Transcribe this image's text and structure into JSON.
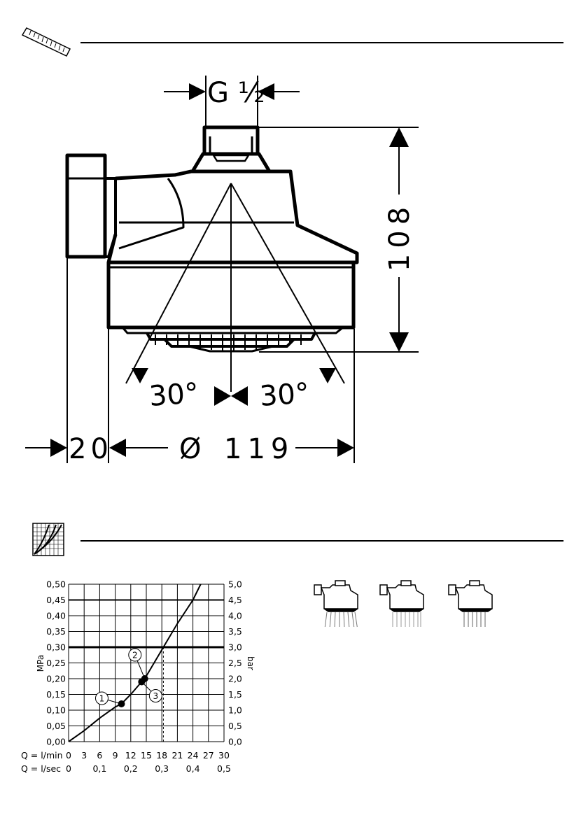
{
  "dimensions": {
    "thread": "G ½",
    "height": "108",
    "angle_left": "30°",
    "angle_right": "30°",
    "offset": "20",
    "diameter_symbol": "Ø",
    "diameter": "119"
  },
  "section_icons": {
    "dimensions": "ruler-icon",
    "flow": "flow-chart-icon"
  },
  "spray_modes": [
    "spray-mode-1-icon",
    "spray-mode-2-icon",
    "spray-mode-3-icon"
  ],
  "chart_data": {
    "type": "line",
    "xlabel_primary": "Q = l/min",
    "xlabel_secondary": "Q = l/sec",
    "ylabel_left": "MPa",
    "ylabel_right": "bar",
    "x_ticks": [
      "0",
      "3",
      "6",
      "9",
      "12",
      "15",
      "18",
      "21",
      "24",
      "27",
      "30"
    ],
    "x_ticks_secondary": [
      "0",
      "0,1",
      "0,2",
      "0,3",
      "0,4",
      "0,5"
    ],
    "y_ticks_left": [
      "0,00",
      "0,05",
      "0,10",
      "0,15",
      "0,20",
      "0,25",
      "0,30",
      "0,35",
      "0,40",
      "0,45",
      "0,50"
    ],
    "y_ticks_right": [
      "0,0",
      "0,5",
      "1,0",
      "1,5",
      "2,0",
      "2,5",
      "3,0",
      "3,5",
      "4,0",
      "4,5",
      "5,0"
    ],
    "xlim": [
      0,
      30
    ],
    "ylim": [
      0,
      0.5
    ],
    "grid": true,
    "reference_lines_y": [
      0.3,
      0.45
    ],
    "reference_line_x": 18.3,
    "series": [
      {
        "x": [
          0,
          3,
          6,
          9,
          10.2,
          12,
          14.1,
          14.7,
          18.3,
          21,
          24,
          25.5
        ],
        "y": [
          0,
          0.035,
          0.075,
          0.11,
          0.12,
          0.15,
          0.19,
          0.2,
          0.3,
          0.375,
          0.45,
          0.5
        ]
      }
    ],
    "points": [
      {
        "label": "1",
        "x": 10.2,
        "y": 0.12
      },
      {
        "label": "2",
        "x": 14.7,
        "y": 0.2
      },
      {
        "label": "3",
        "x": 14.1,
        "y": 0.19
      }
    ]
  }
}
